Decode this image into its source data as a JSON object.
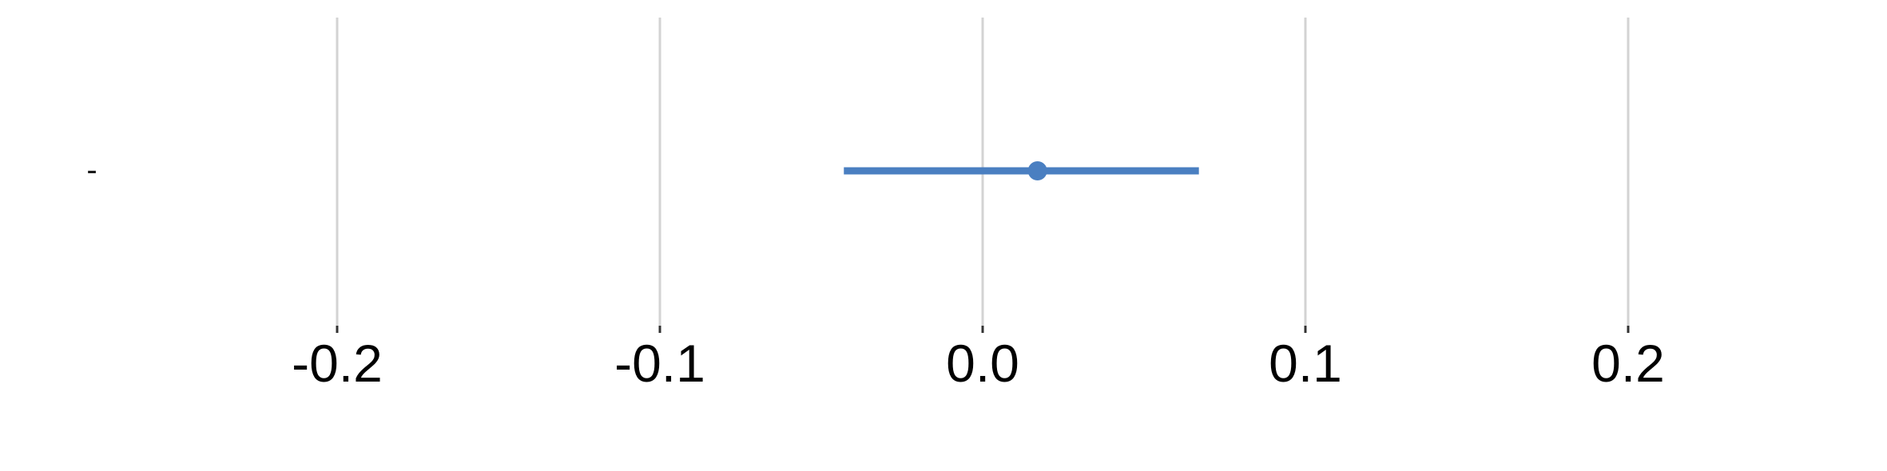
{
  "chart_data": {
    "type": "scatter",
    "title": "",
    "xlabel": "",
    "ylabel": "",
    "xlim": [
      -0.2,
      0.2
    ],
    "x_ticks": [
      -0.2,
      -0.1,
      0.0,
      0.1,
      0.2
    ],
    "x_tick_labels": [
      "-0.2",
      "-0.1",
      "0.0",
      "0.1",
      "0.2"
    ],
    "grid": "vertical",
    "legend": "none",
    "series": [
      {
        "points": [
          {
            "label": "-",
            "estimate": 0.017,
            "lower": -0.043,
            "upper": 0.067
          }
        ]
      }
    ],
    "colors": {
      "series": "#4a7fc1",
      "grid": "#d3d3d3",
      "tick": "#333333",
      "text": "#000000"
    }
  }
}
